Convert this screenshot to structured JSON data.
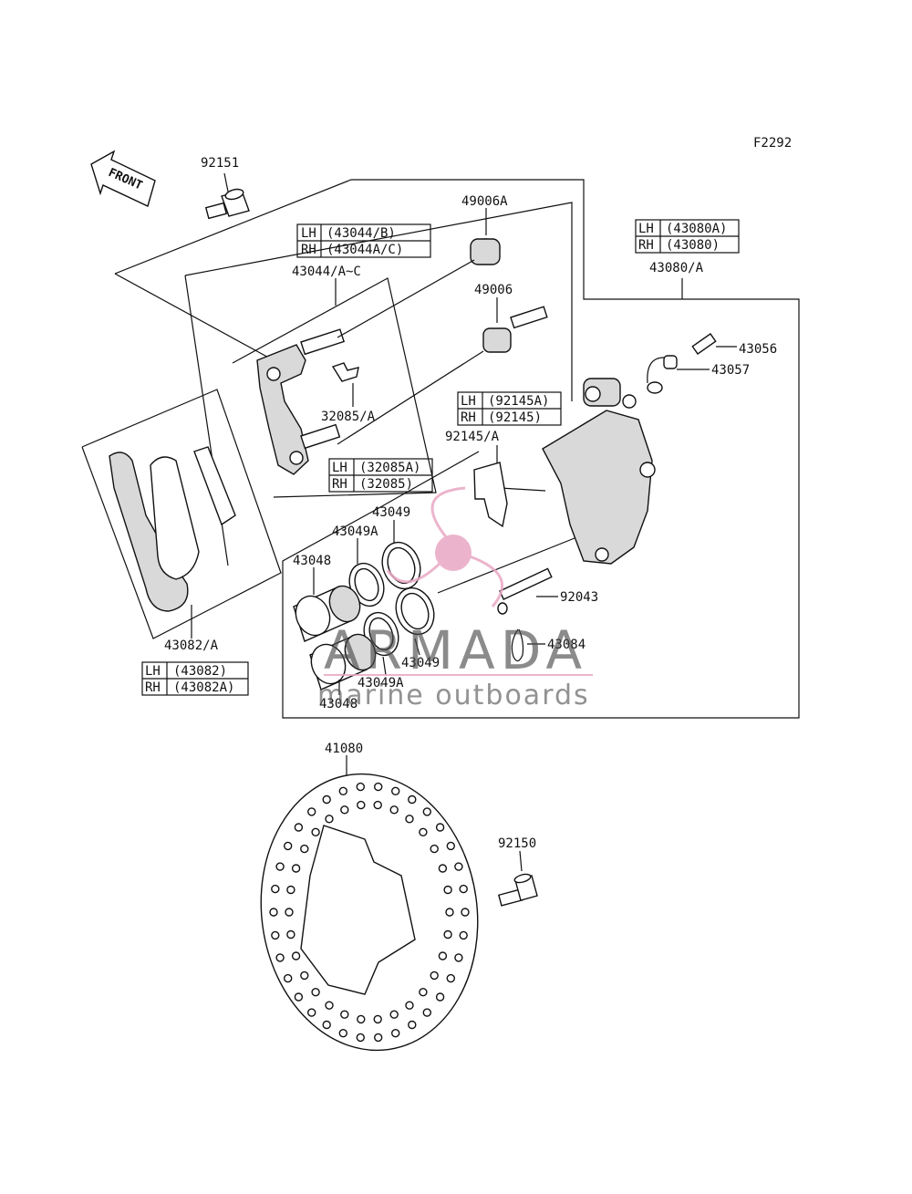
{
  "figure_code": "F2292",
  "front_label": "FRONT",
  "labels": {
    "p92151": "92151",
    "p49006A": "49006A",
    "p43044": "43044/A~C",
    "p49006": "49006",
    "p43080": "43080/A",
    "p43056": "43056",
    "p43057": "43057",
    "p32085": "32085/A",
    "p92145": "92145/A",
    "p43049a": "43049",
    "p43049Aa": "43049A",
    "p43048a": "43048",
    "p92043": "92043",
    "p43084": "43084",
    "p43049b": "43049",
    "p43049Ab": "43049A",
    "p43048b": "43048",
    "p43082": "43082/A",
    "p41080": "41080",
    "p92150": "92150"
  },
  "tables": {
    "t43044": {
      "lh": "LH",
      "lh_val": "(43044/B)",
      "rh": "RH",
      "rh_val": "(43044A/C)"
    },
    "t43080": {
      "lh": "LH",
      "lh_val": "(43080A)",
      "rh": "RH",
      "rh_val": "(43080)"
    },
    "t92145": {
      "lh": "LH",
      "lh_val": "(92145A)",
      "rh": "RH",
      "rh_val": "(92145)"
    },
    "t32085": {
      "lh": "LH",
      "lh_val": "(32085A)",
      "rh": "RH",
      "rh_val": "(32085)"
    },
    "t43082": {
      "lh": "LH",
      "lh_val": "(43082)",
      "rh": "RH",
      "rh_val": "(43082A)"
    }
  },
  "watermark": {
    "brand": "ARMADA",
    "tagline": "marine outboards",
    "color": "#e9a7c4"
  }
}
